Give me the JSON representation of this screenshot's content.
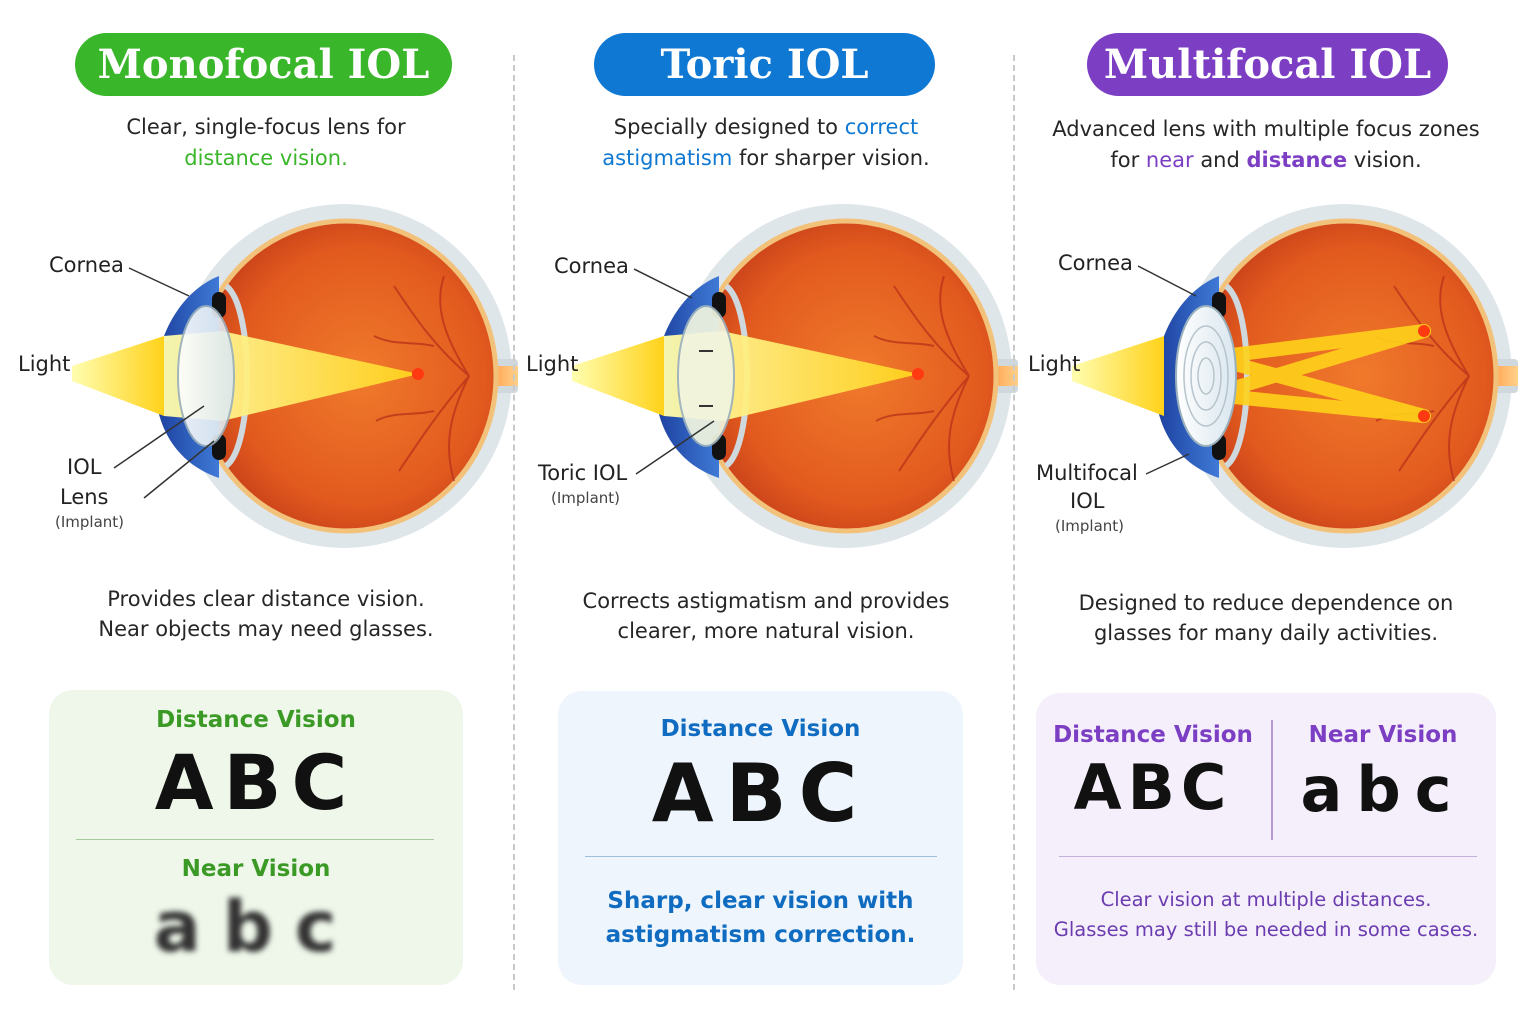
{
  "colors": {
    "mono": "#3ab62a",
    "toric": "#0f78d2",
    "multi": "#7c3fc4"
  },
  "panels": [
    {
      "title": "Monofocal IOL",
      "intro_line1": "Clear, single-focus lens for",
      "intro_hl1": "distance vision.",
      "labels": {
        "cornea": "Cornea",
        "light": "Light",
        "iol_line1": "IOL",
        "iol_line2": "Lens",
        "implant": "(Implant)"
      },
      "summary_line1": "Provides clear distance vision.",
      "summary_line2": "Near objects may need glasses.",
      "card": {
        "distance_label": "Distance Vision",
        "distance_text": "ABC",
        "near_label": "Near Vision",
        "near_text": "abc"
      }
    },
    {
      "title": "Toric IOL",
      "intro_a": "Specially designed to",
      "intro_hl1": "correct",
      "intro_hl2": "astigmatism",
      "intro_b": "for sharper vision.",
      "labels": {
        "cornea": "Cornea",
        "light": "Light",
        "iol_line1": "Toric IOL",
        "implant": "(Implant)"
      },
      "summary_line1": "Corrects astigmatism and provides",
      "summary_line2": "clearer, more natural vision.",
      "card": {
        "distance_label": "Distance Vision",
        "distance_text": "ABC",
        "caption_line1": "Sharp, clear vision with",
        "caption_line2": "astigmatism correction."
      }
    },
    {
      "title": "Multifocal IOL",
      "intro_line1": "Advanced lens with multiple focus zones",
      "intro_a": "for",
      "intro_hl1": "near",
      "intro_b": "and",
      "intro_hl2": "distance",
      "intro_c": "vision.",
      "labels": {
        "cornea": "Cornea",
        "light": "Light",
        "iol_line1": "Multifocal",
        "iol_line2": "IOL",
        "implant": "(Implant)"
      },
      "summary_line1": "Designed to reduce dependence on",
      "summary_line2": "glasses for many daily activities.",
      "card": {
        "distance_label": "Distance Vision",
        "distance_text": "ABC",
        "near_label": "Near Vision",
        "near_text": "abc",
        "caption_line1": "Clear vision at multiple distances.",
        "caption_line2": "Glasses may still be needed in some cases."
      }
    }
  ]
}
